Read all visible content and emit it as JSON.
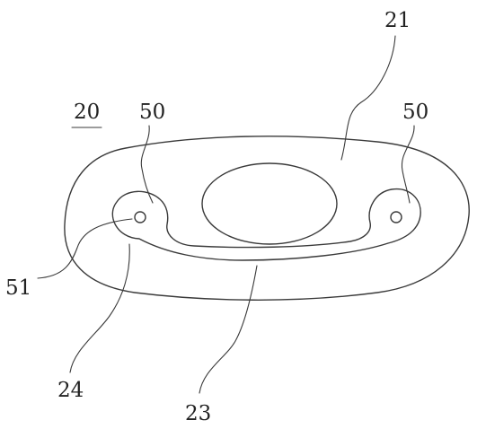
{
  "figure": {
    "labels": {
      "device": "20",
      "body_top": "21",
      "groove": "23",
      "edge": "24",
      "hole_left": "50",
      "hole_right": "50",
      "hole_pin": "51"
    }
  }
}
